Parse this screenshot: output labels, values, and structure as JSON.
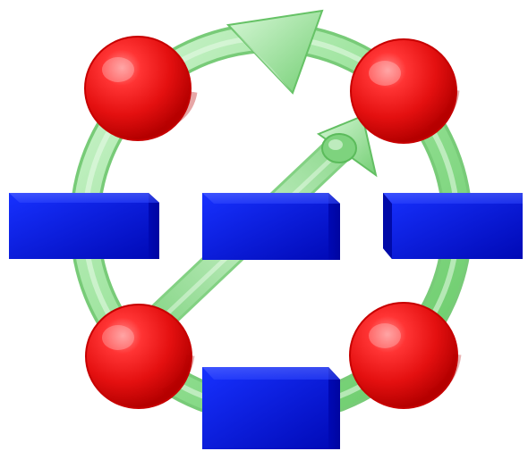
{
  "diagram": {
    "nodes": [
      {
        "id": "node-top-left",
        "shape": "sphere",
        "color": "#e41010"
      },
      {
        "id": "node-top-right",
        "shape": "sphere",
        "color": "#e41010"
      },
      {
        "id": "node-bottom-left",
        "shape": "sphere",
        "color": "#e41010"
      },
      {
        "id": "node-bottom-right",
        "shape": "sphere",
        "color": "#e41010"
      }
    ],
    "blocks": [
      {
        "id": "block-left",
        "shape": "box",
        "color": "#0010d8"
      },
      {
        "id": "block-center",
        "shape": "box",
        "color": "#0010d8"
      },
      {
        "id": "block-right",
        "shape": "box",
        "color": "#0010d8"
      },
      {
        "id": "block-bottom",
        "shape": "box",
        "color": "#0010d8"
      }
    ],
    "edges": [
      {
        "id": "ring",
        "shape": "circular-tube",
        "color": "#9ce49c",
        "direction": "clockwise"
      },
      {
        "id": "diagonal",
        "from": "node-bottom-left",
        "to": "node-top-right",
        "shape": "tube-arrow",
        "color": "#9ce49c"
      }
    ],
    "colors": {
      "sphere_red": "#e41010",
      "block_blue": "#0010d8",
      "tube_green": "#9ce49c",
      "background": "#ffffff"
    }
  }
}
